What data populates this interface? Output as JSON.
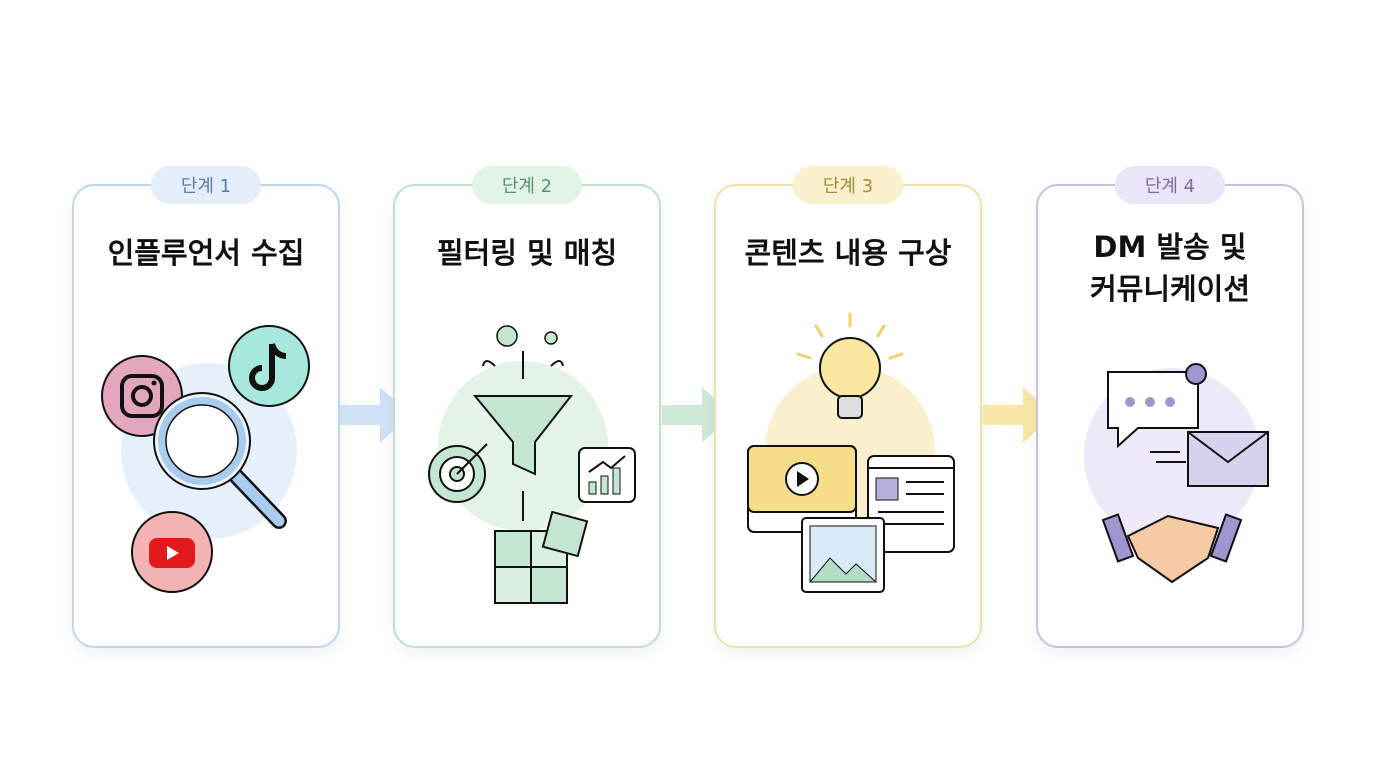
{
  "steps": [
    {
      "badge": "단계 1",
      "title": "인플루언서 수집",
      "color": "#a9c9e6",
      "badge_bg": "#e3eef9",
      "badge_fg": "#5b7fa6"
    },
    {
      "badge": "단계 2",
      "title": "필터링 및 매칭",
      "color": "#b5dcc4",
      "badge_bg": "#e2f3e8",
      "badge_fg": "#5a9270"
    },
    {
      "badge": "단계 3",
      "title": "콘텐츠 내용 구상",
      "color": "#f0dc98",
      "badge_bg": "#fbf1cc",
      "badge_fg": "#a48a35"
    },
    {
      "badge": "단계 4",
      "title": "DM 발송 및\n커뮤니케이션",
      "color": "#c8bfe3",
      "badge_bg": "#ebe6f7",
      "badge_fg": "#7a6ca8"
    }
  ]
}
